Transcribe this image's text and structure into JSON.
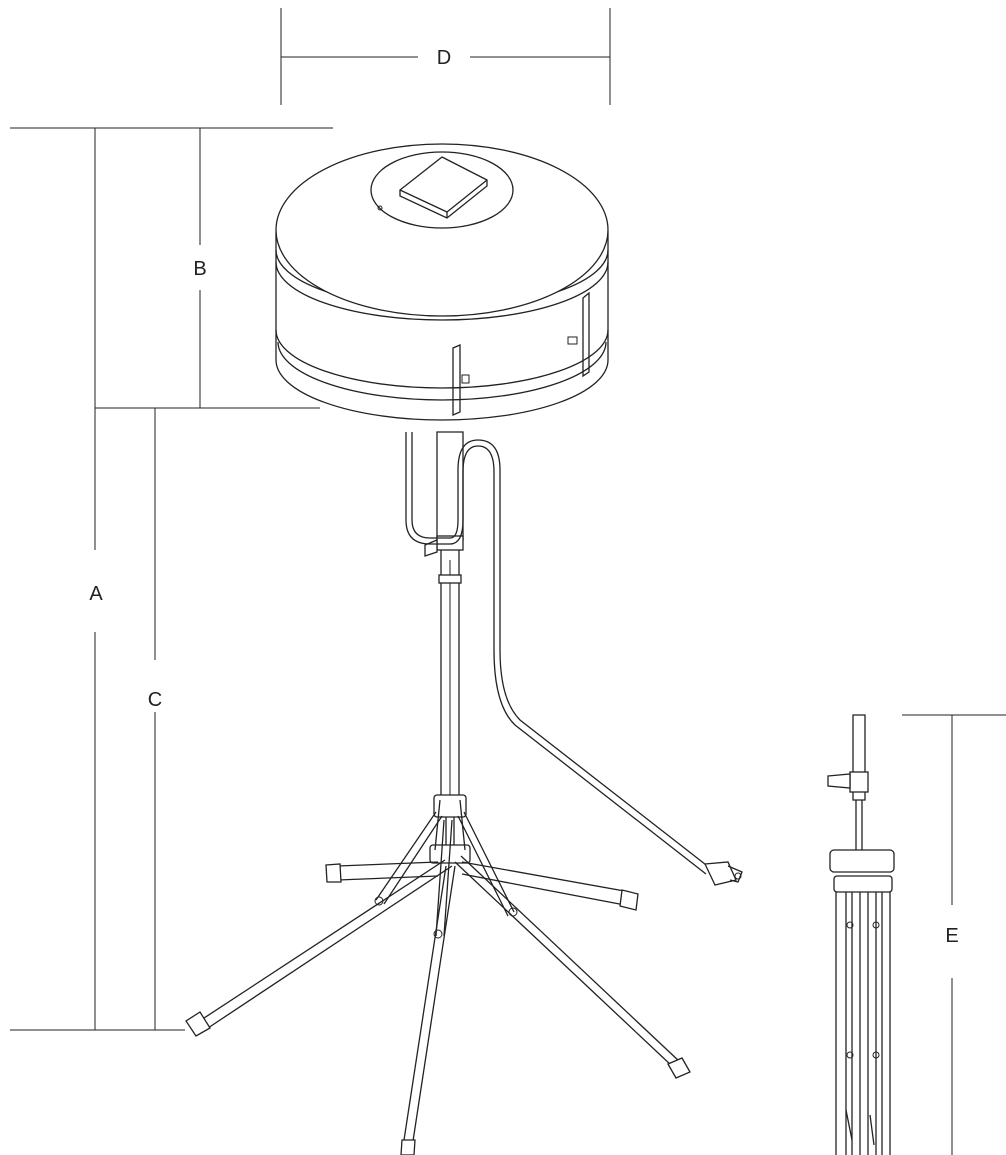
{
  "dimension_labels": {
    "a": "A",
    "b": "B",
    "c": "C",
    "d": "D",
    "e": "E"
  },
  "colors": {
    "line": "#222222",
    "background": "#ffffff"
  },
  "icons": {
    "main": "light-tower-on-tripod-icon",
    "folded": "folded-tripod-icon",
    "plug": "power-plug-icon"
  }
}
